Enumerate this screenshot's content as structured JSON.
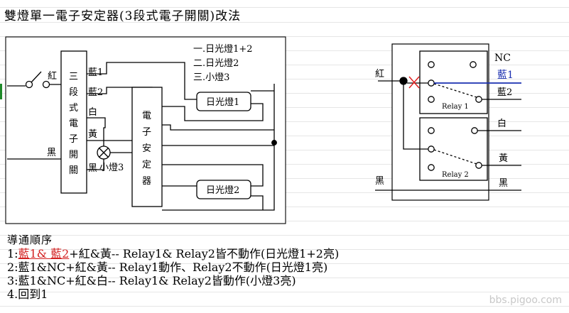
{
  "title": "雙燈單一電子安定器(3段式電子開關)改法",
  "left_diagram": {
    "legend": [
      "一.日光燈1+2",
      "二.日光燈2",
      "三.小燈3"
    ],
    "switch_unit": [
      "三",
      "段",
      "式",
      "電",
      "子",
      "開",
      "關"
    ],
    "ballast": [
      "電",
      "子",
      "安",
      "定",
      "器"
    ],
    "lamp1": "日光燈1",
    "lamp2": "日光燈2",
    "small_lamp": "小燈3",
    "wire_red": "紅",
    "wire_black": "黑",
    "wire_blue1": "藍1",
    "wire_blue2": "藍2",
    "wire_white": "白",
    "wire_yellow": "黃",
    "wire_black2": "黑"
  },
  "right_diagram": {
    "nc": "NC",
    "blue1": "藍1",
    "blue2": "藍2",
    "white": "白",
    "yellow": "黃",
    "red": "紅",
    "black_left": "黑",
    "black_right": "黑",
    "relay1": "Relay 1",
    "relay2": "Relay 2"
  },
  "notes": {
    "heading": "導通順序",
    "line1_prefix": "1:",
    "line1_red": "藍1& 藍2",
    "line1_rest": "+紅&黃-- Relay1& Relay2皆不動作(日光燈1+2亮)",
    "line2": "2:藍1&NC+紅&黃-- Relay1動作、Relay2不動作(日光燈1亮)",
    "line3": "3:藍1&NC+紅&白-- Relay1& Relay2皆動作(小燈3亮)",
    "line4": "4.回到1"
  },
  "watermark": "bbs.pigoo.com",
  "colors": {
    "blue_wire": "#1a2fb0",
    "red_mark": "#e02020",
    "ink": "#000000"
  }
}
